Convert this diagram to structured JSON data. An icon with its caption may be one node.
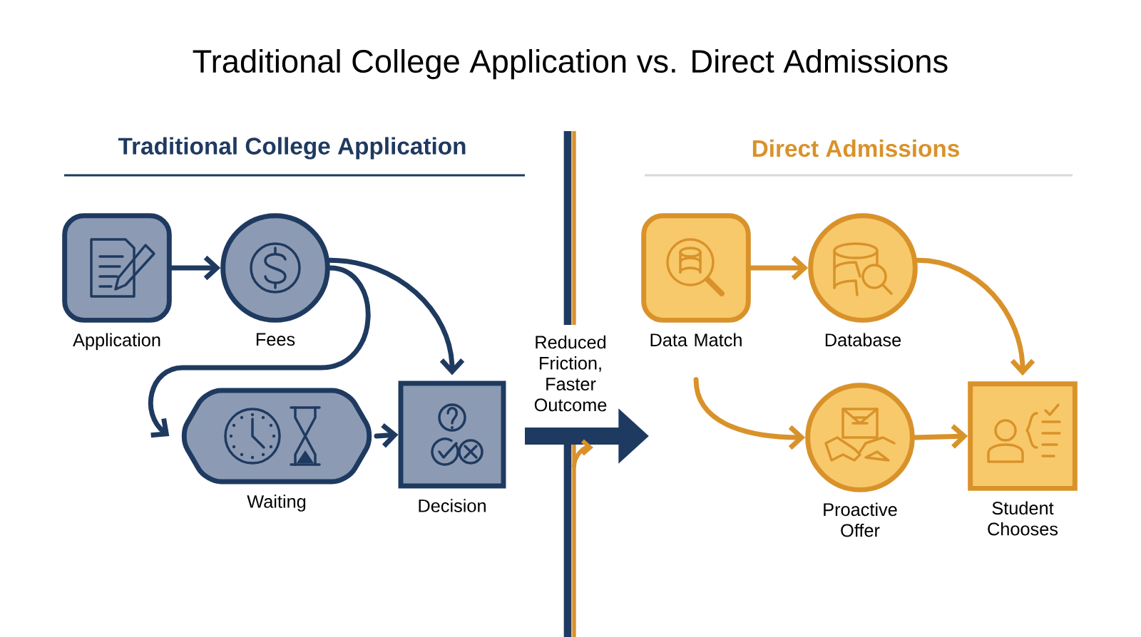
{
  "diagram": {
    "title": "Traditional College Application vs. Direct Admissions",
    "nodes": [
      {
        "text": [
          "Application"
        ]
      },
      {
        "text": [
          "Fees"
        ]
      },
      {
        "text": [
          "Waiting"
        ]
      },
      {
        "text": [
          "Decision"
        ]
      },
      {
        "text": [
          "Data Match"
        ]
      },
      {
        "text": [
          "Database"
        ]
      },
      {
        "text": [
          "Proactive Offer"
        ]
      },
      {
        "text": [
          "Student Chooses"
        ]
      }
    ],
    "edges": [
      {
        "from": 0,
        "to": 1,
        "arrow": "to",
        "color": "#1f3a60"
      },
      {
        "from": 1,
        "to": 2,
        "arrow": "to",
        "color": "#1f3a60"
      },
      {
        "from": 1,
        "to": 3,
        "arrow": "to",
        "color": "#1f3a60"
      },
      {
        "from": 2,
        "to": 3,
        "arrow": "to",
        "color": "#1f3a60"
      },
      {
        "from": 4,
        "to": 5,
        "arrow": "to",
        "color": "#d9922a"
      },
      {
        "from": 5,
        "to": 7,
        "arrow": "to",
        "color": "#d9922a"
      },
      {
        "from": 4,
        "to": 6,
        "arrow": "to",
        "color": "#d9922a"
      },
      {
        "from": 6,
        "to": 7,
        "arrow": "to",
        "color": "#d9922a"
      }
    ],
    "labels": [
      "Traditional College Application",
      "Direct Admissions",
      "Reduced Friction, Faster Outcome"
    ]
  }
}
